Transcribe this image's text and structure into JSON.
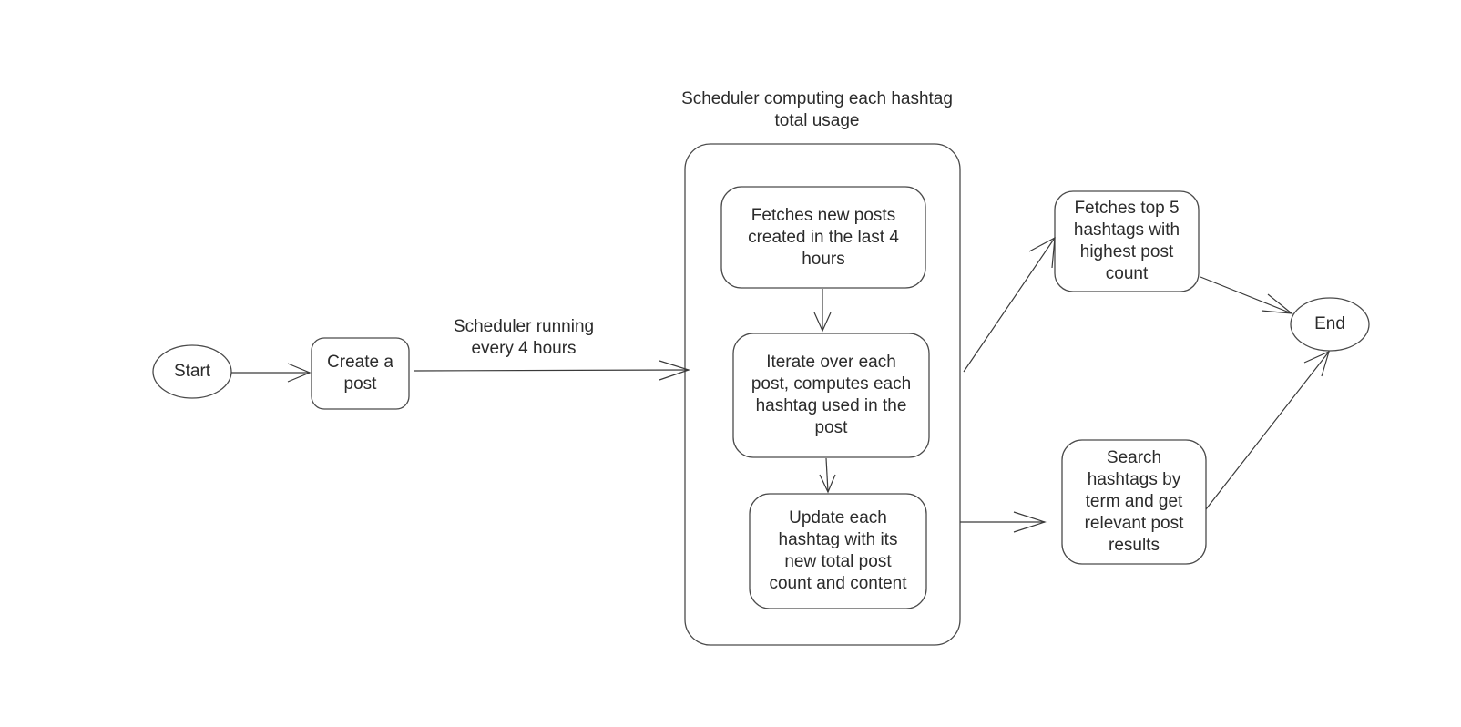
{
  "nodes": {
    "start": "Start",
    "create_post": "Create a\npost",
    "fetch_new_posts": "Fetches new posts\ncreated in the last 4\nhours",
    "iterate_posts": "Iterate over each\npost, computes each\nhashtag used in the\npost",
    "update_hashtags": "Update each\nhashtag with its\nnew total post\ncount and content",
    "fetch_top5": "Fetches top 5\nhashtags with\nhighest post\ncount",
    "search_hashtags": "Search\nhashtags by\nterm and get\nrelevant post\nresults",
    "end": "End"
  },
  "labels": {
    "scheduler_container": "Scheduler computing each hashtag\ntotal usage",
    "scheduler_edge": "Scheduler running\nevery 4 hours"
  },
  "colors": {
    "stroke": "#4a4a4a",
    "text": "#2b2b2b",
    "background": "#ffffff"
  }
}
